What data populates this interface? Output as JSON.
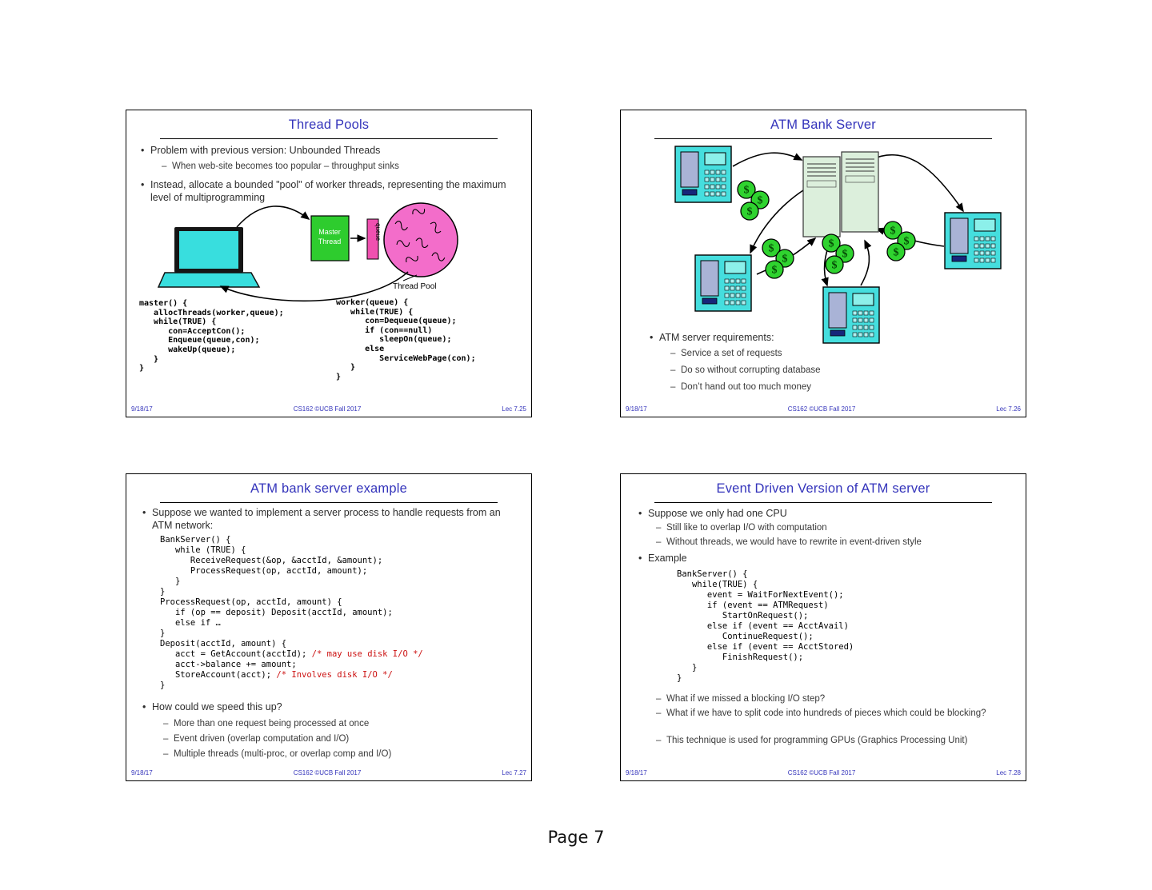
{
  "page": {
    "footer_label": "Page 7"
  },
  "slides": [
    {
      "title": "Thread Pools",
      "b1": "Problem with previous version: Unbounded Threads",
      "b1s1": "When web-site becomes too popular – throughput sinks",
      "b2": "Instead, allocate a bounded \"pool\" of worker threads, representing the maximum level of multiprogramming",
      "diagram": {
        "master_line1": "Master",
        "master_line2": "Thread",
        "queue_label": "queue",
        "pool_label": "Thread Pool"
      },
      "code_master": "master() {\n   allocThreads(worker,queue);\n   while(TRUE) {\n      con=AcceptCon();\n      Enqueue(queue,con);\n      wakeUp(queue);\n   }\n}",
      "code_worker": "worker(queue) {\n   while(TRUE) {\n      con=Dequeue(queue);\n      if (con==null)\n         sleepOn(queue);\n      else\n         ServiceWebPage(con);\n   }\n}",
      "footer": {
        "date": "9/18/17",
        "course": "CS162 ©UCB Fall 2017",
        "lec": "Lec 7.25"
      }
    },
    {
      "title": "ATM Bank Server",
      "b1": "ATM server requirements:",
      "s1": "Service a set of requests",
      "s2": "Do so without corrupting database",
      "s3": "Don’t hand out too much money",
      "diagram": {
        "money_symbol": "$"
      },
      "footer": {
        "date": "9/18/17",
        "course": "CS162 ©UCB Fall 2017",
        "lec": "Lec 7.26"
      }
    },
    {
      "title": "ATM bank server example",
      "b1": "Suppose we wanted to implement a server process to handle requests from an ATM network:",
      "code_segments": [
        {
          "t": "BankServer() {\n   while (TRUE) {\n      ReceiveRequest(&op, &acctId, &amount);\n      ProcessRequest(op, acctId, amount);\n   }\n}\nProcessRequest(op, acctId, amount) {\n   if (op == deposit) Deposit(acctId, amount);\n   else if …\n}\nDeposit(acctId, amount) {\n   acct = GetAccount(acctId); "
        },
        {
          "t": "/* may use disk I/O */"
        },
        {
          "t": "\n   acct->balance += amount;\n   StoreAccount(acct); "
        },
        {
          "t": "/* Involves disk I/O */"
        },
        {
          "t": "\n}"
        }
      ],
      "b2": "How could we speed this up?",
      "s1": "More than one request being processed at once",
      "s2": "Event driven (overlap computation and I/O)",
      "s3": "Multiple threads (multi-proc, or overlap comp and I/O)",
      "footer": {
        "date": "9/18/17",
        "course": "CS162 ©UCB Fall 2017",
        "lec": "Lec 7.27"
      }
    },
    {
      "title": "Event Driven Version of ATM server",
      "b1": "Suppose we only had one CPU",
      "s1": "Still like to overlap I/O with computation",
      "s2": "Without threads, we would have to rewrite in event-driven style",
      "b2": "Example",
      "code": "BankServer() {\n   while(TRUE) {\n      event = WaitForNextEvent();\n      if (event == ATMRequest)\n         StartOnRequest();\n      else if (event == AcctAvail)\n         ContinueRequest();\n      else if (event == AcctStored)\n         FinishRequest();\n   }\n}",
      "s3": "What if we missed a blocking I/O step?",
      "s4": "What if we have to split code into hundreds of pieces which could be blocking?",
      "s5": "This technique is used for programming GPUs (Graphics Processing Unit)",
      "footer": {
        "date": "9/18/17",
        "course": "CS162 ©UCB Fall 2017",
        "lec": "Lec 7.28"
      }
    }
  ]
}
